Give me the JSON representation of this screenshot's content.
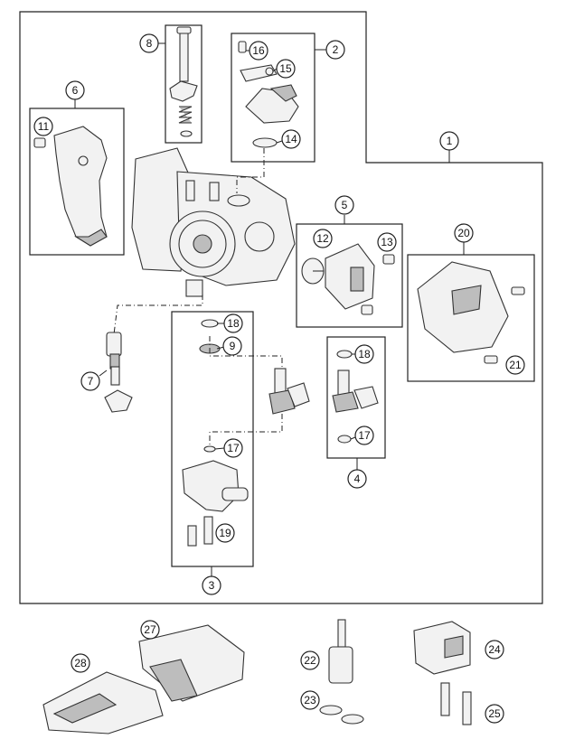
{
  "callouts": {
    "c1": "1",
    "c2": "2",
    "c3": "3",
    "c4": "4",
    "c5": "5",
    "c6": "6",
    "c7": "7",
    "c8": "8",
    "c9": "9",
    "c11": "11",
    "c12": "12",
    "c13": "13",
    "c14": "14",
    "c15": "15",
    "c16": "16",
    "c17a": "17",
    "c17b": "17",
    "c18a": "18",
    "c18b": "18",
    "c19": "19",
    "c20": "20",
    "c21": "21",
    "c22": "22",
    "c23": "23",
    "c24": "24",
    "c25": "25",
    "c27": "27",
    "c28": "28"
  }
}
